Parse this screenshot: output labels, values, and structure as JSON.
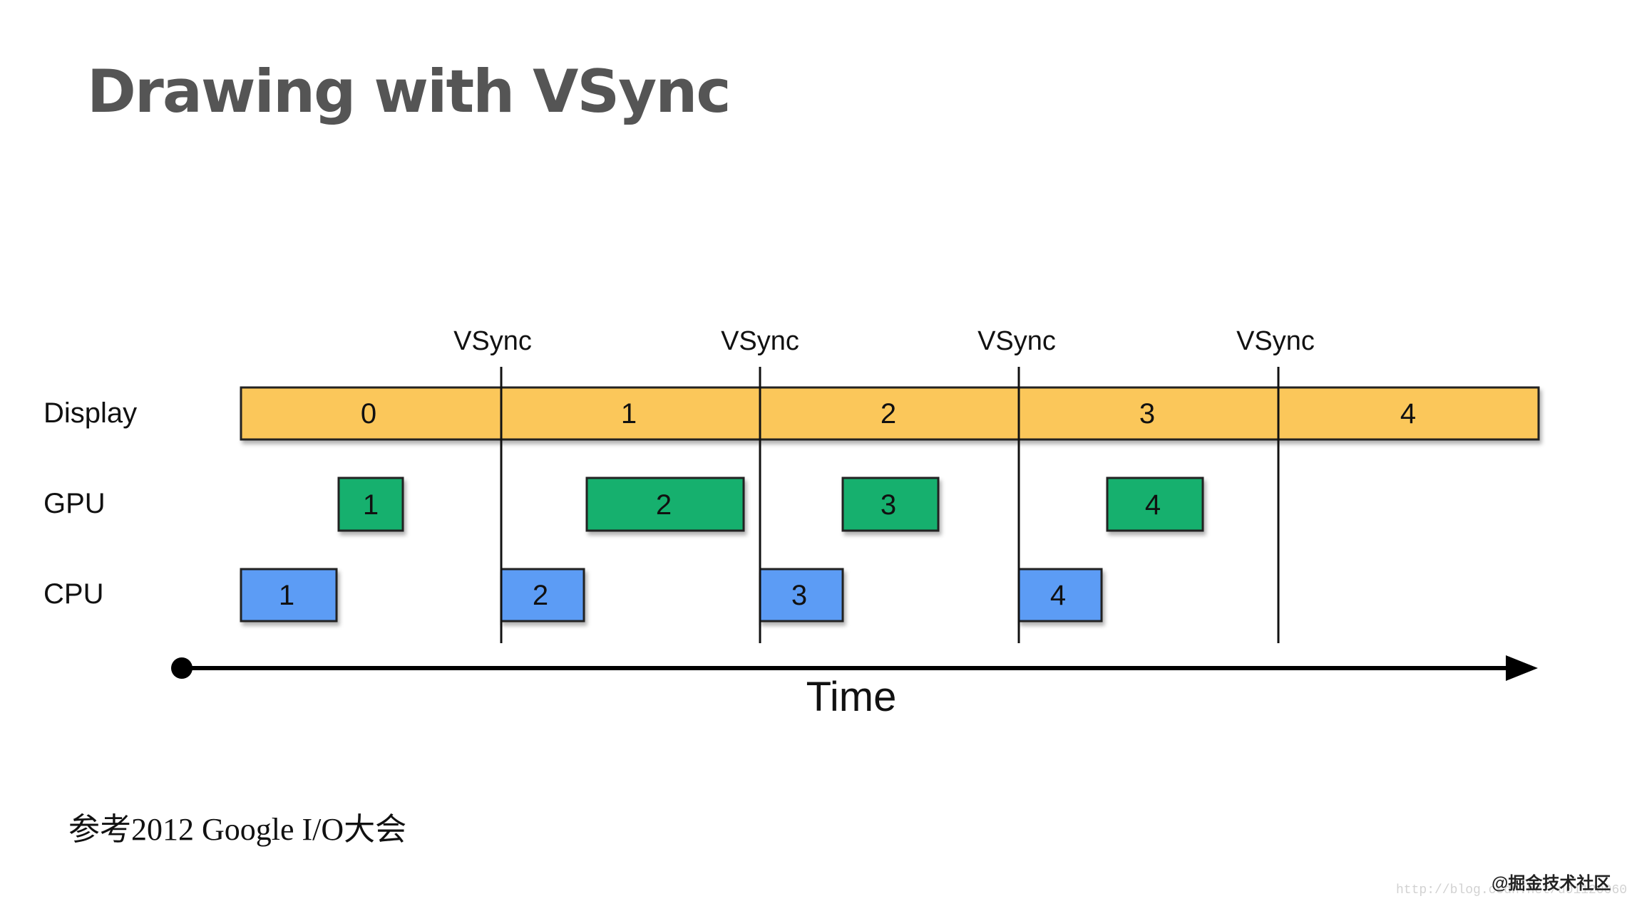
{
  "title": "Drawing with VSync",
  "vsync_label": "VSync",
  "rows": [
    "Display",
    "GPU",
    "CPU"
  ],
  "display_frames": [
    "0",
    "1",
    "2",
    "3",
    "4"
  ],
  "gpu_tasks": [
    "1",
    "2",
    "3",
    "4"
  ],
  "cpu_tasks": [
    "1",
    "2",
    "3",
    "4"
  ],
  "axis_label": "Time",
  "reference": "参考2012 Google I/O大会",
  "watermark": "@掘金技术社区",
  "url": "http://blog.csdn.net/u011200604",
  "colors": {
    "display": "#fbc75a",
    "gpu": "#12b06e",
    "cpu": "#5b9cf5",
    "stroke": "#222222"
  }
}
